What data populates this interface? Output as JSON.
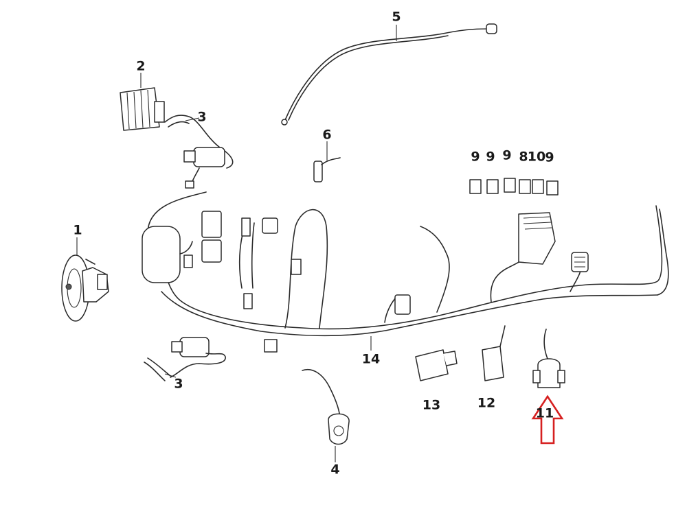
{
  "diagram": {
    "labels": {
      "l1": "1",
      "l2": "2",
      "l3a": "3",
      "l3b": "3",
      "l4": "4",
      "l5": "5",
      "l6": "6",
      "l9a": "9",
      "l9b": "9",
      "l9c": "9",
      "l8": "8",
      "l10": "10",
      "l9d": "9",
      "l11": "11",
      "l12": "12",
      "l13": "13",
      "l14": "14"
    },
    "highlight_color": "#d62020",
    "arrow_icon": "arrow-up-icon"
  }
}
